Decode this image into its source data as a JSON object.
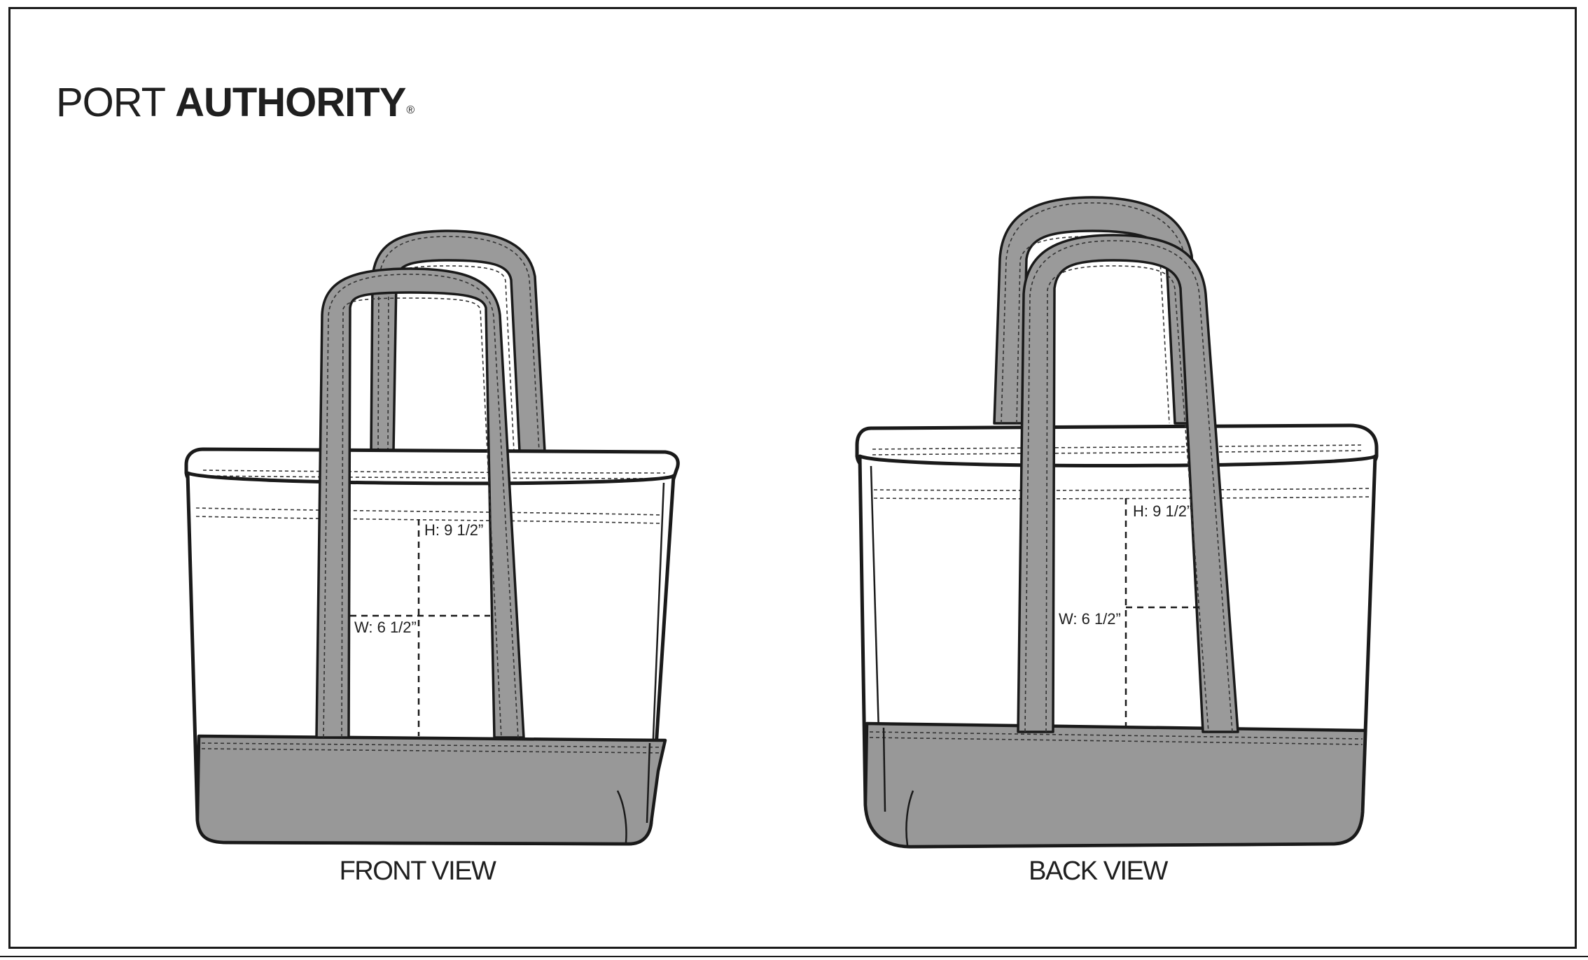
{
  "brand": {
    "name_light": "PORT",
    "name_bold": "AUTHORITY",
    "registered_mark": "®"
  },
  "colors": {
    "outline": "#1a1a1a",
    "accent_gray": "#989898",
    "canvas": "#ffffff"
  },
  "views": {
    "front": {
      "label": "FRONT VIEW",
      "height_dimension": "H: 9 1/2”",
      "width_dimension": "W: 6 1/2”"
    },
    "back": {
      "label": "BACK VIEW",
      "height_dimension": "H: 9 1/2”",
      "width_dimension": "W: 6 1/2”"
    }
  }
}
